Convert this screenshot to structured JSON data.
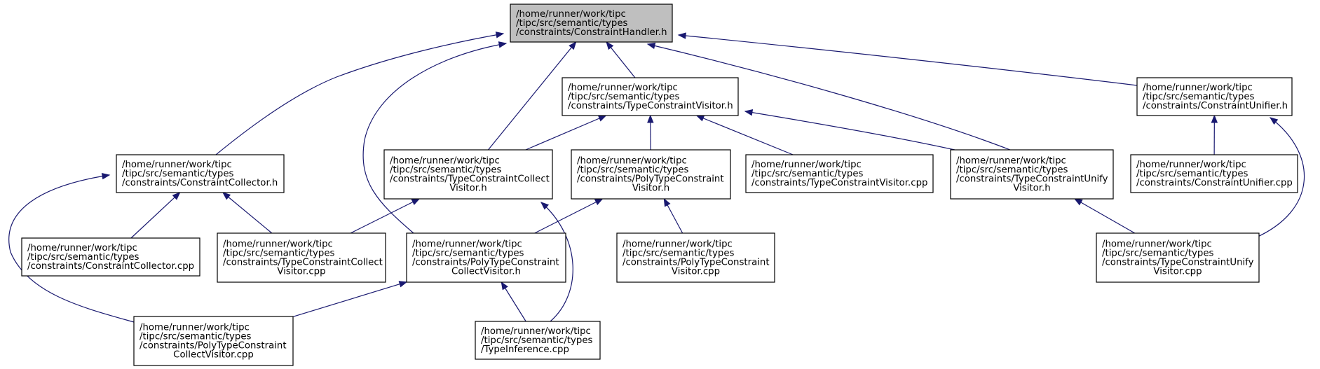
{
  "graph": {
    "type": "include-dependency-graph",
    "colors": {
      "edge": "#191970",
      "root_fill": "#bfbfbf",
      "node_fill": "#ffffff",
      "border": "#000000"
    },
    "nodes": [
      {
        "id": "constraint-handler-h",
        "root": true,
        "lines": [
          "/home/runner/work/tipc",
          "/tipc/src/semantic/types",
          "/constraints/ConstraintHandler.h"
        ]
      },
      {
        "id": "type-constraint-visitor-h",
        "lines": [
          "/home/runner/work/tipc",
          "/tipc/src/semantic/types",
          "/constraints/TypeConstraintVisitor.h"
        ]
      },
      {
        "id": "constraint-unifier-h",
        "lines": [
          "/home/runner/work/tipc",
          "/tipc/src/semantic/types",
          "/constraints/ConstraintUnifier.h"
        ]
      },
      {
        "id": "constraint-collector-h",
        "lines": [
          "/home/runner/work/tipc",
          "/tipc/src/semantic/types",
          "/constraints/ConstraintCollector.h"
        ]
      },
      {
        "id": "type-constraint-collect-visitor-h",
        "lines": [
          "/home/runner/work/tipc",
          "/tipc/src/semantic/types",
          "/constraints/TypeConstraintCollect",
          "Visitor.h"
        ]
      },
      {
        "id": "poly-type-constraint-visitor-h",
        "lines": [
          "/home/runner/work/tipc",
          "/tipc/src/semantic/types",
          "/constraints/PolyTypeConstraint",
          "Visitor.h"
        ]
      },
      {
        "id": "type-constraint-visitor-cpp",
        "lines": [
          "/home/runner/work/tipc",
          "/tipc/src/semantic/types",
          "/constraints/TypeConstraintVisitor.cpp"
        ]
      },
      {
        "id": "type-constraint-unify-visitor-h",
        "lines": [
          "/home/runner/work/tipc",
          "/tipc/src/semantic/types",
          "/constraints/TypeConstraintUnify",
          "Visitor.h"
        ]
      },
      {
        "id": "constraint-unifier-cpp",
        "lines": [
          "/home/runner/work/tipc",
          "/tipc/src/semantic/types",
          "/constraints/ConstraintUnifier.cpp"
        ]
      },
      {
        "id": "constraint-collector-cpp",
        "lines": [
          "/home/runner/work/tipc",
          "/tipc/src/semantic/types",
          "/constraints/ConstraintCollector.cpp"
        ]
      },
      {
        "id": "type-constraint-collect-visitor-cpp",
        "lines": [
          "/home/runner/work/tipc",
          "/tipc/src/semantic/types",
          "/constraints/TypeConstraintCollect",
          "Visitor.cpp"
        ]
      },
      {
        "id": "poly-type-constraint-collect-visitor-h",
        "lines": [
          "/home/runner/work/tipc",
          "/tipc/src/semantic/types",
          "/constraints/PolyTypeConstraint",
          "CollectVisitor.h"
        ]
      },
      {
        "id": "poly-type-constraint-visitor-cpp",
        "lines": [
          "/home/runner/work/tipc",
          "/tipc/src/semantic/types",
          "/constraints/PolyTypeConstraint",
          "Visitor.cpp"
        ]
      },
      {
        "id": "type-constraint-unify-visitor-cpp",
        "lines": [
          "/home/runner/work/tipc",
          "/tipc/src/semantic/types",
          "/constraints/TypeConstraintUnify",
          "Visitor.cpp"
        ]
      },
      {
        "id": "poly-type-constraint-collect-visitor-cpp",
        "lines": [
          "/home/runner/work/tipc",
          "/tipc/src/semantic/types",
          "/constraints/PolyTypeConstraint",
          "CollectVisitor.cpp"
        ]
      },
      {
        "id": "type-inference-cpp",
        "lines": [
          "/home/runner/work/tipc",
          "/tipc/src/semantic/types",
          "/TypeInference.cpp"
        ]
      }
    ],
    "edges": [
      {
        "from": "constraint-collector-h",
        "to": "constraint-handler-h"
      },
      {
        "from": "type-constraint-collect-visitor-h",
        "to": "constraint-handler-h"
      },
      {
        "from": "poly-type-constraint-collect-visitor-h",
        "to": "constraint-handler-h"
      },
      {
        "from": "type-constraint-visitor-h",
        "to": "constraint-handler-h"
      },
      {
        "from": "type-constraint-unify-visitor-h",
        "to": "constraint-handler-h"
      },
      {
        "from": "constraint-unifier-h",
        "to": "constraint-handler-h"
      },
      {
        "from": "type-constraint-collect-visitor-h",
        "to": "type-constraint-visitor-h"
      },
      {
        "from": "poly-type-constraint-visitor-h",
        "to": "type-constraint-visitor-h"
      },
      {
        "from": "type-constraint-visitor-cpp",
        "to": "type-constraint-visitor-h"
      },
      {
        "from": "type-constraint-unify-visitor-h",
        "to": "type-constraint-visitor-h"
      },
      {
        "from": "constraint-unifier-cpp",
        "to": "constraint-unifier-h"
      },
      {
        "from": "type-constraint-unify-visitor-cpp",
        "to": "constraint-unifier-h"
      },
      {
        "from": "constraint-collector-cpp",
        "to": "constraint-collector-h"
      },
      {
        "from": "type-constraint-collect-visitor-cpp",
        "to": "constraint-collector-h"
      },
      {
        "from": "poly-type-constraint-collect-visitor-cpp",
        "to": "constraint-collector-h"
      },
      {
        "from": "type-constraint-collect-visitor-cpp",
        "to": "type-constraint-collect-visitor-h"
      },
      {
        "from": "type-inference-cpp",
        "to": "type-constraint-collect-visitor-h"
      },
      {
        "from": "poly-type-constraint-collect-visitor-h",
        "to": "poly-type-constraint-visitor-h"
      },
      {
        "from": "poly-type-constraint-visitor-cpp",
        "to": "poly-type-constraint-visitor-h"
      },
      {
        "from": "type-constraint-unify-visitor-cpp",
        "to": "type-constraint-unify-visitor-h"
      },
      {
        "from": "poly-type-constraint-collect-visitor-cpp",
        "to": "poly-type-constraint-collect-visitor-h"
      },
      {
        "from": "type-inference-cpp",
        "to": "poly-type-constraint-collect-visitor-h"
      }
    ]
  }
}
